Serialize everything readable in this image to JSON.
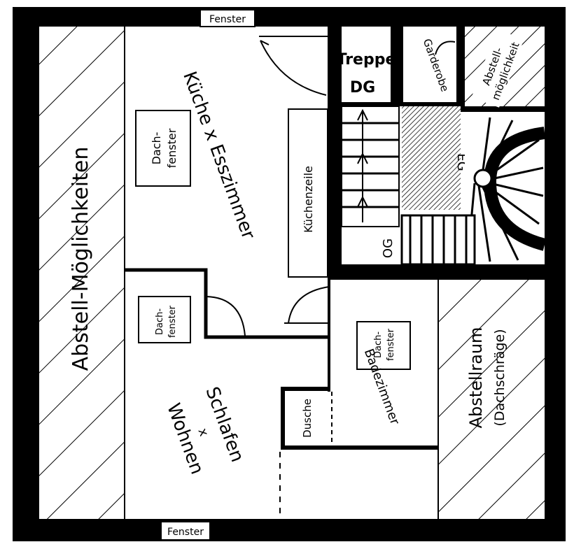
{
  "labels": {
    "window_top": "Fenster",
    "window_bottom": "Fenster",
    "storage_left": "Abstell-Möglichkeiten",
    "kitchen_dining": "Küche x Esszimmer",
    "skylight_top_line1": "Dach-",
    "skylight_top_line2": "fenster",
    "kitchen_unit": "Küchenzeile",
    "stair_dg_line1": "Treppe",
    "stair_dg_line2": "DG",
    "wardrobe": "Garderobe",
    "storage_top_right_line1": "Abstell-",
    "storage_top_right_line2": "möglichkeit",
    "eg": "EG",
    "og": "OG",
    "skylight_mid_line1": "Dach-",
    "skylight_mid_line2": "fenster",
    "bathroom": "Badezimmer",
    "skylight_bath_line1": "Dach-",
    "skylight_bath_line2": "fenster",
    "shower": "Dusche",
    "living_sleeping_line1": "Wohnen",
    "living_sleeping_line2": "x",
    "living_sleeping_line3": "Schlafen",
    "storage_right_line1": "Abstellraum",
    "storage_right_line2": "(Dachschräge)"
  }
}
